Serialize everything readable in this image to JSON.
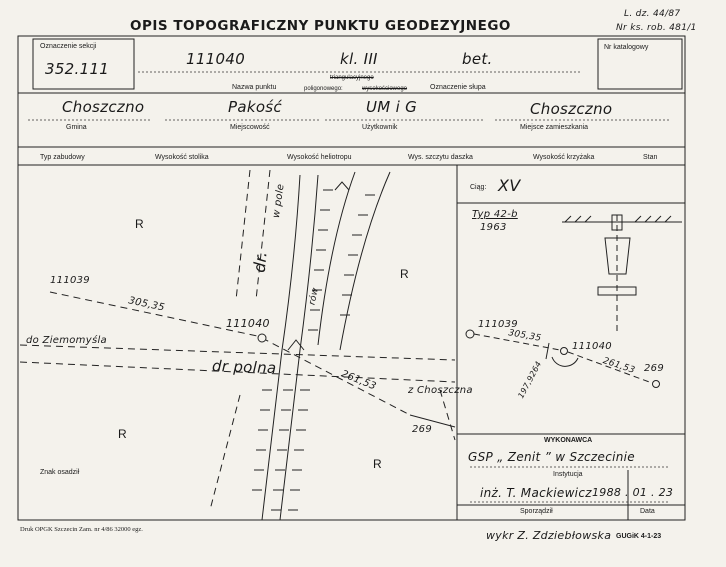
{
  "header": {
    "title": "OPIS TOPOGRAFICZNY PUNKTU GEODEZYJNEGO",
    "ldz": "L. dz. 44/87",
    "nrks": "Nr ks. rob. 481/1"
  },
  "top": {
    "sekcja_label": "Oznaczenie sekcji",
    "sekcja_value": "352.111",
    "punkt_number": "111040",
    "klasa": "kl. III",
    "slup_value": "bet.",
    "nr_katalogowy_label": "Nr katalogowy",
    "nazwa_label": "Nazwa punktu",
    "triangulacyjny": "triangulacyjnego",
    "poligonowy": "poligonowego:",
    "wysokosciowy": "wysokościowego",
    "slup_label": "Oznaczenie słupa"
  },
  "location": {
    "gmina_value": "Choszczno",
    "gmina_label": "Gmina",
    "miejscowosc_value": "Pakość",
    "miejscowosc_label": "Miejscowość",
    "uzytkownik_value": "UM i G",
    "uzytkownik_label": "Użytkownik",
    "zamieszkania_value": "Choszczno",
    "zamieszkania_label": "Miejsce zamieszkania"
  },
  "columns": [
    "Typ zabudowy",
    "Wysokość stolika",
    "Wysokość heliotropu",
    "Wys. szczytu daszka",
    "Wysokość krzyżaka",
    "Stan"
  ],
  "map": {
    "labels": {
      "r1": "R",
      "r2": "R",
      "r3": "R",
      "r4": "R",
      "w_pole": "w pole",
      "dr": "dr.",
      "row": "rów",
      "p111039": "111039",
      "d305": "305,35",
      "p111040": "111040",
      "do_ziemomysla": "do Ziemomyśla",
      "dr_polna": "dr polna",
      "d261": "261,53",
      "z_choszczna": "z Choszczna",
      "p269": "269",
      "znak": "Znak osadził"
    }
  },
  "side": {
    "ciag_label": "Ciąg:",
    "ciag_value": "XV",
    "typ": "Typ 42-b",
    "rok": "1963",
    "p111039": "111039",
    "d305": "305,35",
    "p111040": "111040",
    "angle": "197,9264",
    "d261": "261,53",
    "p269": "269"
  },
  "exec": {
    "wykonawca_label": "WYKONAWCA",
    "instytucja_value": "GSP „ Zenit ” w Szczecinie",
    "instytucja_label": "Instytucja",
    "sporzadzil_value": "inż. T. Mackiewicz",
    "data_value": "1988 . 01 . 23",
    "sporzadzil_label": "Sporządził",
    "data_label": "Data"
  },
  "footer": {
    "druk": "Druk OPGK Szczecin Zam. nr 4/86   32000 egz.",
    "wykr": "wykr Z. Zdziebłowska",
    "gugik": "GUGiK 4-1-23"
  }
}
